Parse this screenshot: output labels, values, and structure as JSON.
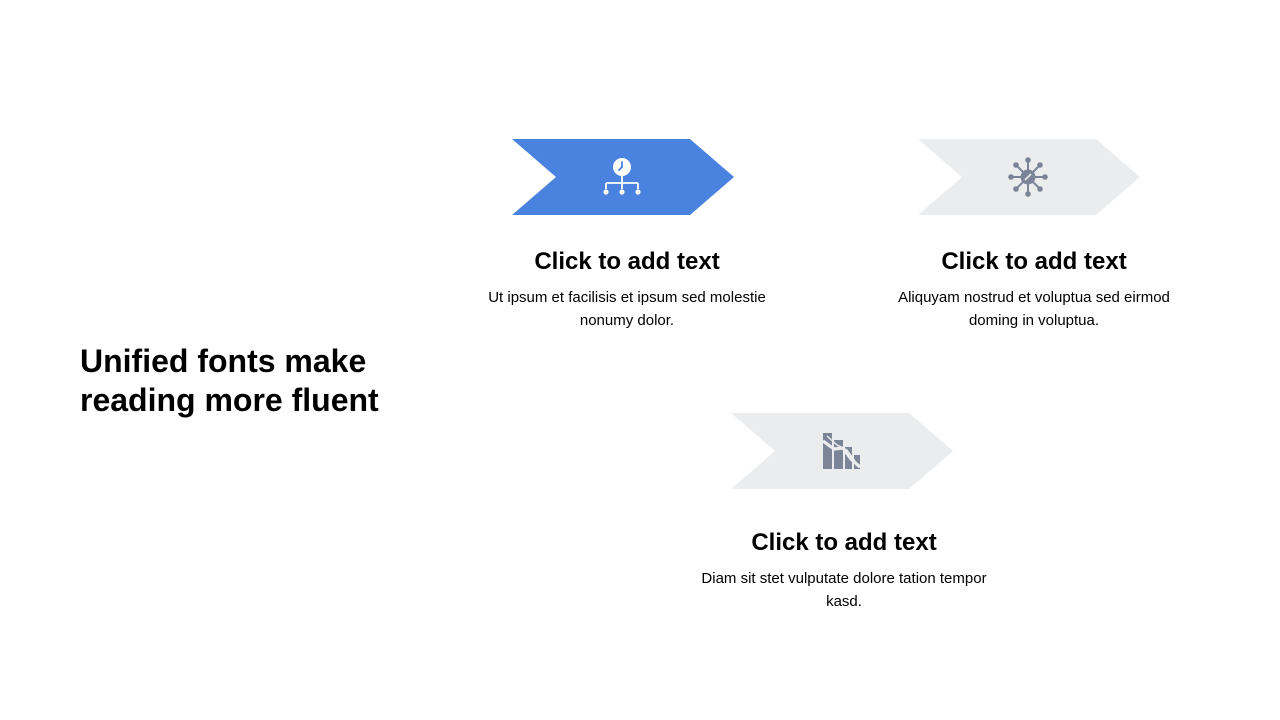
{
  "slide": {
    "headline": "Unified fonts make reading more fluent",
    "items": [
      {
        "title": "Click to add text",
        "description": "Ut ipsum et facilisis et ipsum sed molestie nonumy dolor.",
        "icon": "org-chart-clock-icon",
        "fill": "#4a82e0",
        "icon_color": "#ffffff",
        "active": true
      },
      {
        "title": "Click to add text",
        "description": "Aliquyam nostrud et voluptua sed eirmod doming in voluptua.",
        "icon": "network-node-icon",
        "fill": "#ebecee",
        "icon_color": "#7c8597",
        "active": false
      },
      {
        "title": "Click to add text",
        "description": "Diam sit stet vulputate dolore tation tempor kasd.",
        "icon": "declining-bar-chart-icon",
        "fill": "#ebecee",
        "icon_color": "#7c8597",
        "active": false
      }
    ]
  }
}
